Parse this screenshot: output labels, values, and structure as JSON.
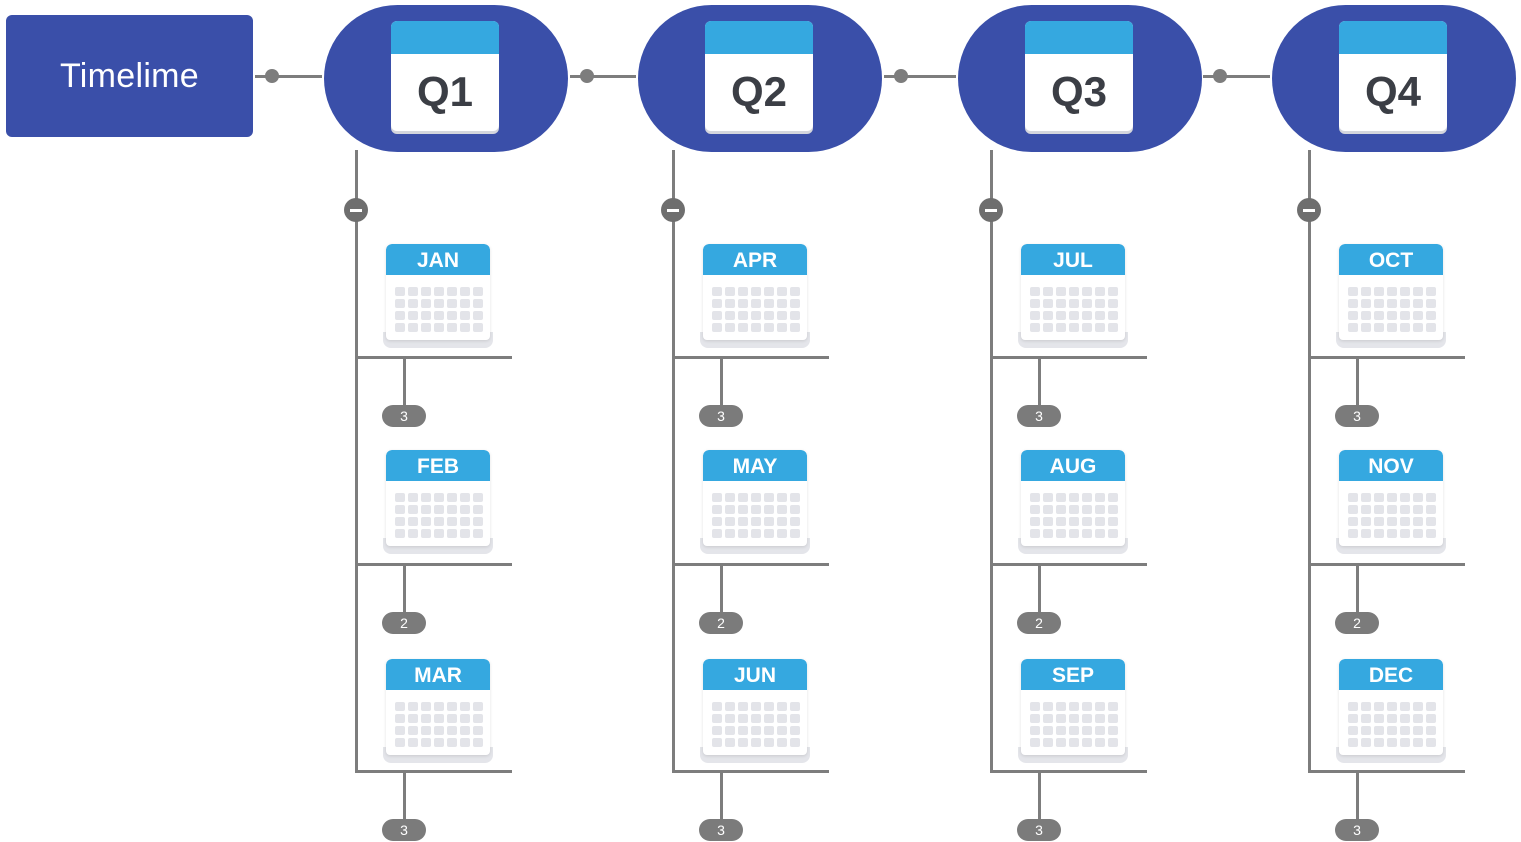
{
  "root": {
    "label": "Timelime"
  },
  "colors": {
    "node_fill": "#3a4fa9",
    "calendar_header": "#35a8e0",
    "connector": "#7d7d7d",
    "count_badge": "#7b7b7b"
  },
  "quarters": [
    {
      "label": "Q1",
      "months": [
        {
          "label": "JAN",
          "count": "3"
        },
        {
          "label": "FEB",
          "count": "2"
        },
        {
          "label": "MAR",
          "count": "3"
        }
      ]
    },
    {
      "label": "Q2",
      "months": [
        {
          "label": "APR",
          "count": "3"
        },
        {
          "label": "MAY",
          "count": "2"
        },
        {
          "label": "JUN",
          "count": "3"
        }
      ]
    },
    {
      "label": "Q3",
      "months": [
        {
          "label": "JUL",
          "count": "3"
        },
        {
          "label": "AUG",
          "count": "2"
        },
        {
          "label": "SEP",
          "count": "3"
        }
      ]
    },
    {
      "label": "Q4",
      "months": [
        {
          "label": "OCT",
          "count": "3"
        },
        {
          "label": "NOV",
          "count": "2"
        },
        {
          "label": "DEC",
          "count": "3"
        }
      ]
    }
  ]
}
